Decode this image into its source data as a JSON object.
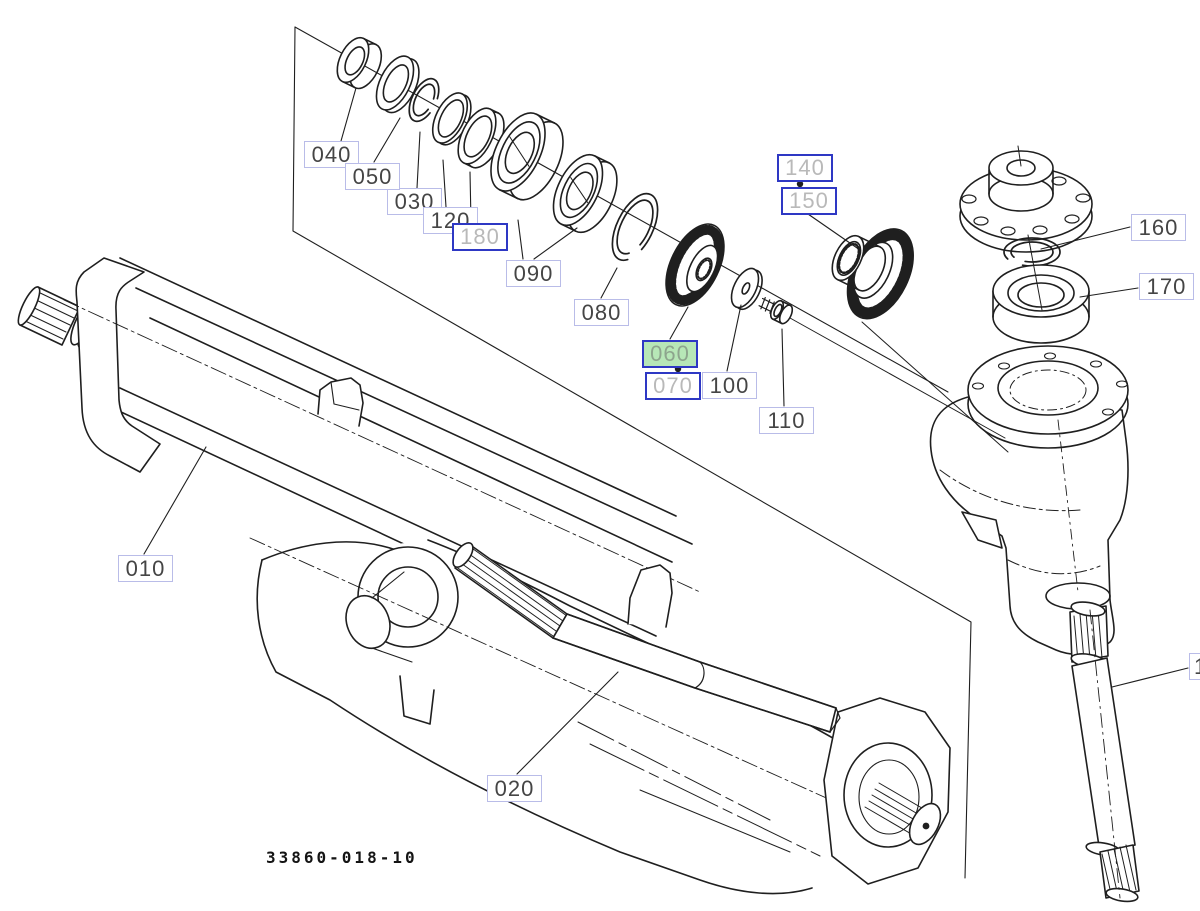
{
  "diagram": {
    "drawing_number": "33860-018-10",
    "selected_part": "060",
    "colors": {
      "label_border": "#b9bce8",
      "label_border_active": "#2e38c4",
      "label_text": "#454545",
      "label_text_dim": "#b9b9b9",
      "highlight_green": "#b7e7b7",
      "line_art": "#1f1f1f"
    },
    "labels": {
      "l010": {
        "text": "010",
        "state": "normal"
      },
      "l020": {
        "text": "020",
        "state": "normal"
      },
      "l030": {
        "text": "030",
        "state": "normal"
      },
      "l040": {
        "text": "040",
        "state": "normal"
      },
      "l050": {
        "text": "050",
        "state": "normal"
      },
      "l060": {
        "text": "060",
        "state": "selected"
      },
      "l070": {
        "text": "070",
        "state": "dimmed"
      },
      "l080": {
        "text": "080",
        "state": "normal"
      },
      "l090": {
        "text": "090",
        "state": "normal"
      },
      "l100": {
        "text": "100",
        "state": "normal"
      },
      "l110": {
        "text": "110",
        "state": "normal"
      },
      "l120": {
        "text": "120",
        "state": "normal"
      },
      "l140": {
        "text": "140",
        "state": "dimmed"
      },
      "l150": {
        "text": "150",
        "state": "dimmed"
      },
      "l160": {
        "text": "160",
        "state": "normal"
      },
      "l170": {
        "text": "170",
        "state": "normal"
      },
      "l180": {
        "text": "180",
        "state": "dimmed"
      },
      "l130_partial": {
        "text": "1",
        "state": "normal"
      }
    }
  }
}
